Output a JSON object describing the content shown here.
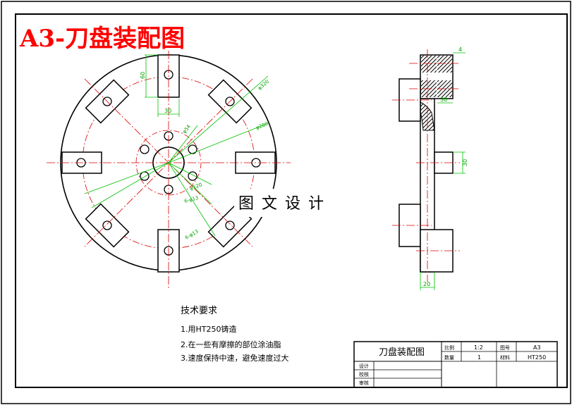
{
  "header": {
    "title": "A3-刀盘装配图",
    "title_color": "#ff0000"
  },
  "watermark": {
    "text": "图 文 设 计"
  },
  "front_view": {
    "dims": {
      "slot_height": "60",
      "slot_width": "30",
      "dia_outer": "φ320",
      "dia_bolt_circle": "φ280",
      "dia_inner": "φ54",
      "hole_pattern_a": "6-φ13",
      "hole_pattern_b": "6-φ13",
      "pitch_circle_small": "φ120"
    }
  },
  "side_view": {
    "dims": {
      "top_offset": "4",
      "hub_width": "30",
      "boss_height": "30",
      "base_width": "20"
    }
  },
  "notes": {
    "heading": "技术要求",
    "items": [
      "1.用HT250铸造",
      "2.在一些有摩擦的部位涂油脂",
      "3.速度保持中速，避免速度过大"
    ]
  },
  "title_block": {
    "name": "刀盘装配图",
    "scale_label": "比例",
    "scale_value": "1:2",
    "sheet_label": "图号",
    "sheet_value": "A3",
    "qty_label": "数量",
    "qty_value": "1",
    "material_label": "材料",
    "material_value": "HT250",
    "design_label": "设计",
    "check_label": "校核",
    "audit_label": "审核"
  },
  "colors": {
    "outline": "#000000",
    "centerline": "#ff0000",
    "dimension": "#00c800",
    "hatch": "#000000"
  }
}
